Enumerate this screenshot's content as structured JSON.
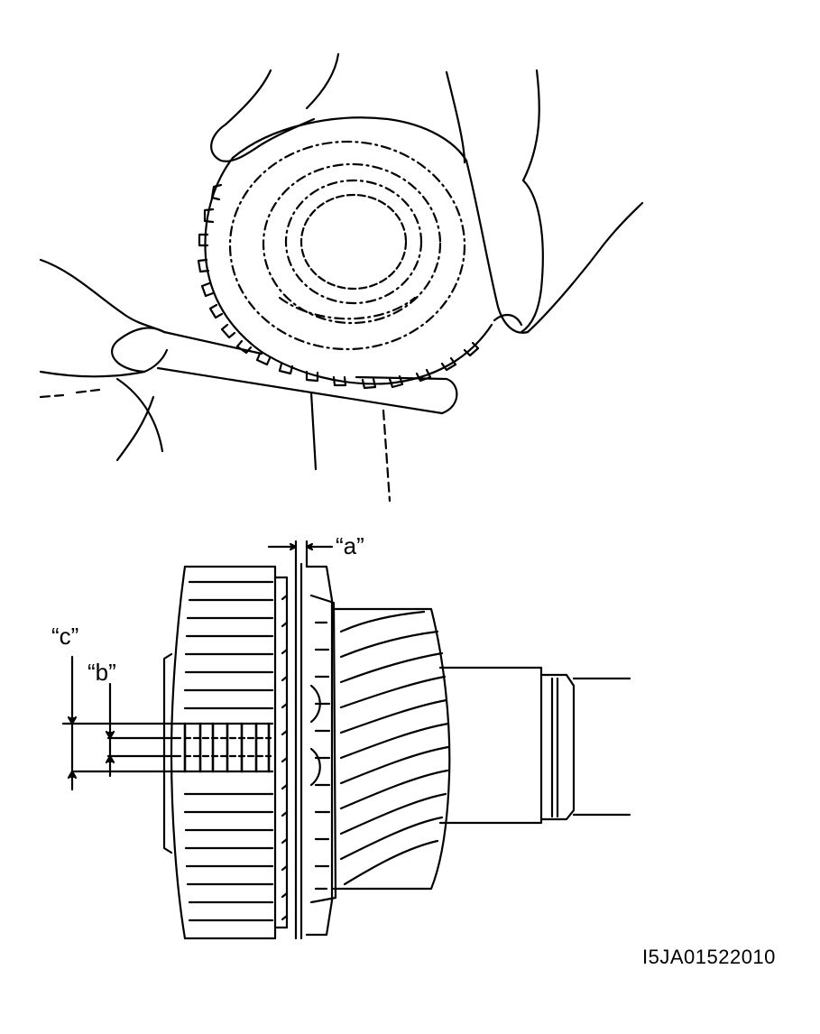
{
  "labels": {
    "a": "“a”",
    "b": "“b”",
    "c": "“c”"
  },
  "figure_code": "I5JA01522010",
  "colors": {
    "ink": "#000000",
    "paper": "#ffffff"
  }
}
